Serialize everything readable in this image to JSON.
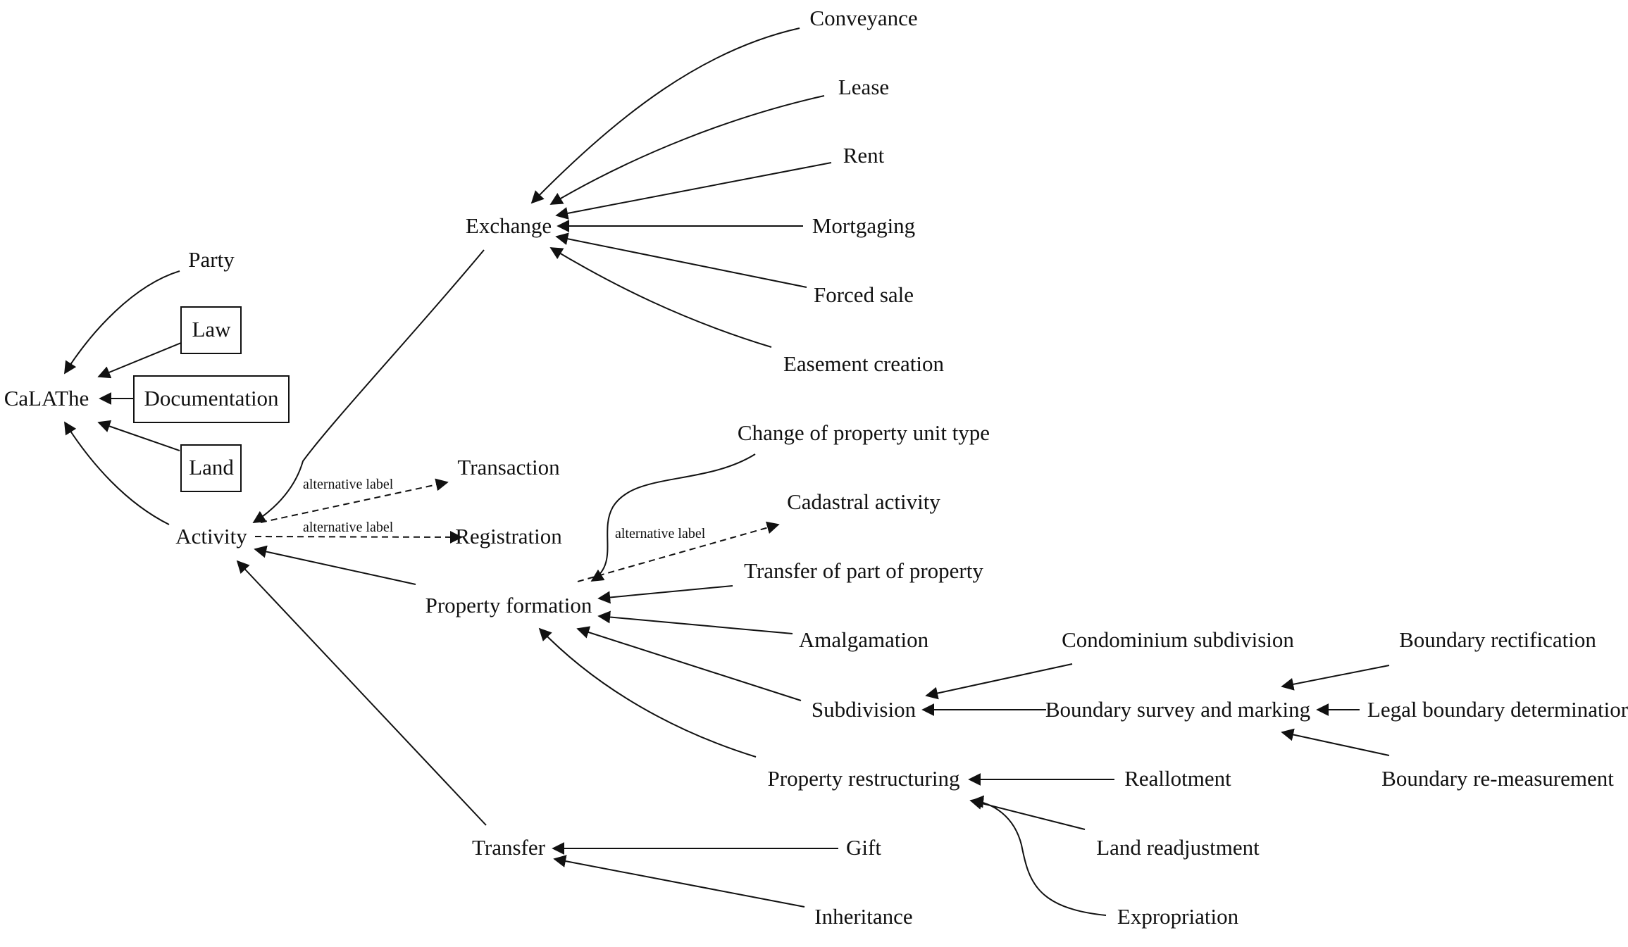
{
  "nodes": {
    "conveyance": "Conveyance",
    "lease": "Lease",
    "rent": "Rent",
    "mortgaging": "Mortgaging",
    "forced_sale": "Forced sale",
    "easement_creation": "Easement creation",
    "exchange": "Exchange",
    "party": "Party",
    "law": "Law",
    "documentation": "Documentation",
    "land": "Land",
    "calathe": "CaLAThe",
    "activity": "Activity",
    "transaction": "Transaction",
    "registration": "Registration",
    "change_of_property_unit_type": "Change of property unit type",
    "cadastral_activity": "Cadastral activity",
    "transfer_of_part_of_property": "Transfer of part of property",
    "property_formation": "Property formation",
    "amalgamation": "Amalgamation",
    "condominium_subdivision": "Condominium subdivision",
    "boundary_rectification": "Boundary rectification",
    "subdivision": "Subdivision",
    "boundary_survey_and_marking": "Boundary survey and marking",
    "legal_boundary_determination": "Legal boundary determinatior",
    "property_restructuring": "Property restructuring",
    "reallotment": "Reallotment",
    "boundary_re_measurement": "Boundary re-measurement",
    "transfer": "Transfer",
    "gift": "Gift",
    "land_readjustment": "Land readjustment",
    "inheritance": "Inheritance",
    "expropriation": "Expropriation"
  },
  "edge_labels": {
    "activity_transaction": "alternative label",
    "activity_registration": "alternative label",
    "property_formation_cadastral_activity": "alternative label"
  }
}
